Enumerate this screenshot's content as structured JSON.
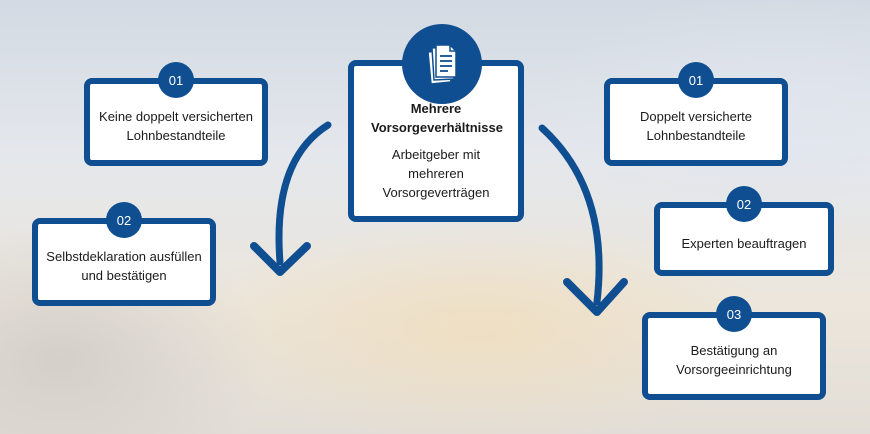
{
  "center": {
    "title": "Mehrere Vorsorgeverhältnisse",
    "subtitle": "Arbeitgeber mit mehreren Vorsorgeverträgen",
    "icon": "documents-icon"
  },
  "left_steps": [
    {
      "number": "01",
      "text": "Keine doppelt versicherten Lohnbestandteile"
    },
    {
      "number": "02",
      "text": "Selbstdeklaration ausfüllen und bestätigen"
    }
  ],
  "right_steps": [
    {
      "number": "01",
      "text": "Doppelt versicherte Lohnbestandteile"
    },
    {
      "number": "02",
      "text": "Experten beauftragen"
    },
    {
      "number": "03",
      "text": "Bestätigung an Vorsorgeeinrichtung"
    }
  ],
  "colors": {
    "accent": "#0f4f91",
    "card": "#ffffff"
  }
}
